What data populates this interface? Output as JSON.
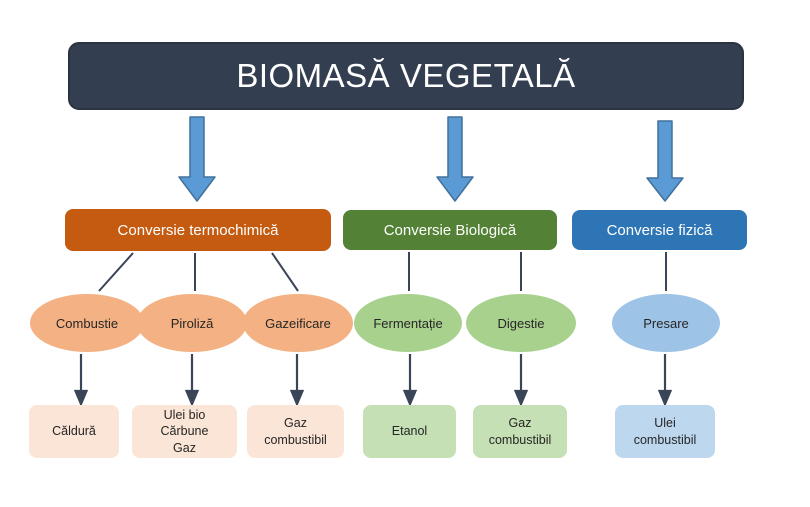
{
  "title": "BIOMASĂ VEGETALĂ",
  "branches": [
    {
      "label": "Conversie termochimică",
      "processes": [
        {
          "label": "Combustie",
          "output": "Căldură"
        },
        {
          "label": "Piroliză",
          "output": "Ulei bio\nCărbune\nGaz"
        },
        {
          "label": "Gazeificare",
          "output": "Gaz\ncombustibil"
        }
      ]
    },
    {
      "label": "Conversie Biologică",
      "processes": [
        {
          "label": "Fermentație",
          "output": "Etanol"
        },
        {
          "label": "Digestie",
          "output": "Gaz\ncombustibil"
        }
      ]
    },
    {
      "label": "Conversie fizică",
      "processes": [
        {
          "label": "Presare",
          "output": "Ulei\ncombustibil"
        }
      ]
    }
  ],
  "colors": {
    "title_bg": "#333F50",
    "block_arrow_fill": "#5B9BD5",
    "block_arrow_stroke": "#41719C",
    "connector": "#3A4557",
    "thermochemical_box": "#C55A11",
    "biological_box": "#538135",
    "physical_box": "#2E75B6",
    "thermochemical_ellipse": "#F4B183",
    "biological_ellipse": "#A9D18E",
    "physical_ellipse": "#9DC3E6",
    "thermochemical_output": "#FBE5D6",
    "biological_output": "#C5E0B4",
    "physical_output": "#BDD7EE",
    "text_dark": "#262626",
    "text_light": "#FFFFFF"
  }
}
